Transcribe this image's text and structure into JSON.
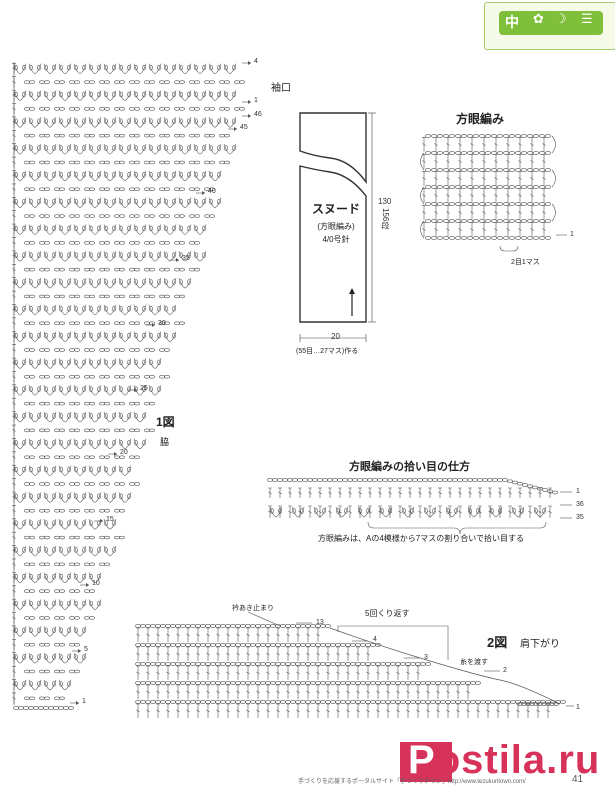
{
  "corner_badge": {
    "char": "中",
    "icons": [
      "flower-icon",
      "moon-icon",
      "menu-icon"
    ],
    "accent": "#7fbf3a"
  },
  "fig1": {
    "title": "1図",
    "subtitle": "脇",
    "sleeve_label": "袖口",
    "row_marks": [
      {
        "row": 4,
        "label": "4"
      },
      {
        "row": 1,
        "label": "1"
      },
      {
        "row": 46,
        "label": "46"
      },
      {
        "row": 45,
        "label": "45"
      },
      {
        "row": 40,
        "label": "40"
      },
      {
        "row": 35,
        "label": "35"
      },
      {
        "row": 30,
        "label": "30"
      },
      {
        "row": 25,
        "label": "25"
      },
      {
        "row": 20,
        "label": "20"
      },
      {
        "row": 15,
        "label": "15"
      },
      {
        "row": 10,
        "label": "10"
      },
      {
        "row": 5,
        "label": "5"
      },
      {
        "row": 1,
        "label": "1"
      }
    ]
  },
  "snood": {
    "name": "スヌード",
    "stitch": "(方眼編み)",
    "needle": "4/0号針",
    "height": "130",
    "height_rows": "156段",
    "width": "20",
    "width_note": "(55目…27マス)作る"
  },
  "mesh": {
    "title": "方眼編み",
    "row1": "1",
    "repeat": "2目1マス"
  },
  "pickup": {
    "title": "方眼編みの拾い目の仕方",
    "row_labels": [
      "1",
      "36",
      "35"
    ],
    "note": "方眼編みは、Aの4模様から7マスの割り合いで拾い目する"
  },
  "fig2": {
    "title": "2図",
    "subtitle": "肩下がり",
    "placket_label": "衿あき止まり",
    "repeat_label": "5回くり返す",
    "yarn_label": "糸を渡す",
    "row_marks": [
      "13",
      "4",
      "3",
      "2",
      "1"
    ]
  },
  "footer": {
    "text": "手づくりを応援するポータルサイト「手づくりタウン」http://www.tezukuritown.com/",
    "page": "41"
  },
  "watermark": {
    "first": "P",
    "rest": "ostila.ru",
    "color": "#d6325a"
  }
}
